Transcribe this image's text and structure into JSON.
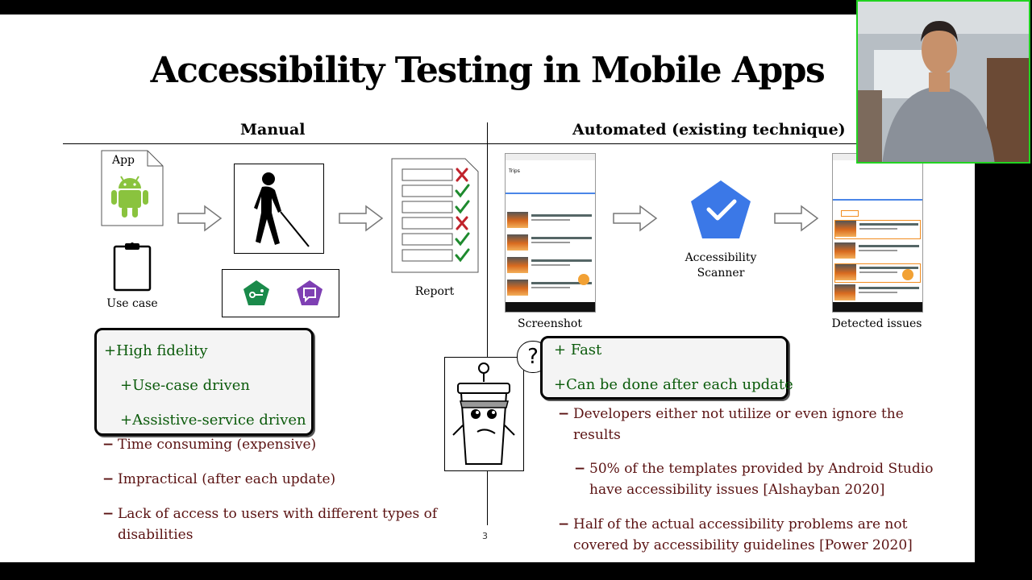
{
  "slide": {
    "title": "Accessibility Testing in Mobile Apps",
    "page_number": "3"
  },
  "manual": {
    "header": "Manual",
    "app_label": "App",
    "use_case_label": "Use case",
    "report_label": "Report",
    "pros": [
      "High fidelity",
      "Use-case driven",
      "Assistive-service driven"
    ],
    "cons": [
      "Time consuming (expensive)",
      "Impractical (after each update)",
      "Lack of access to users with different types of disabilities"
    ]
  },
  "automated": {
    "header": "Automated (existing technique)",
    "screenshot_label": "Screenshot",
    "scanner_label_1": "Accessibility",
    "scanner_label_2": "Scanner",
    "detected_label": "Detected issues",
    "pros": [
      "Fast",
      "Can be done after each update"
    ],
    "cons": [
      "Developers either not utilize or even ignore the results",
      "50% of the templates provided by Android Studio have accessibility issues [Alshayban 2020]",
      "Half of the actual accessibility problems are not covered by  accessibility guidelines [Power 2020]"
    ]
  },
  "mascot": {
    "question": "?"
  },
  "phone": {
    "title": "Trips"
  },
  "colors": {
    "pro_green": "#0a5a0a",
    "con_maroon": "#5a1212",
    "android_green": "#8ac33e",
    "scanner_blue": "#3b78e7",
    "webcam_border": "#21d321"
  }
}
